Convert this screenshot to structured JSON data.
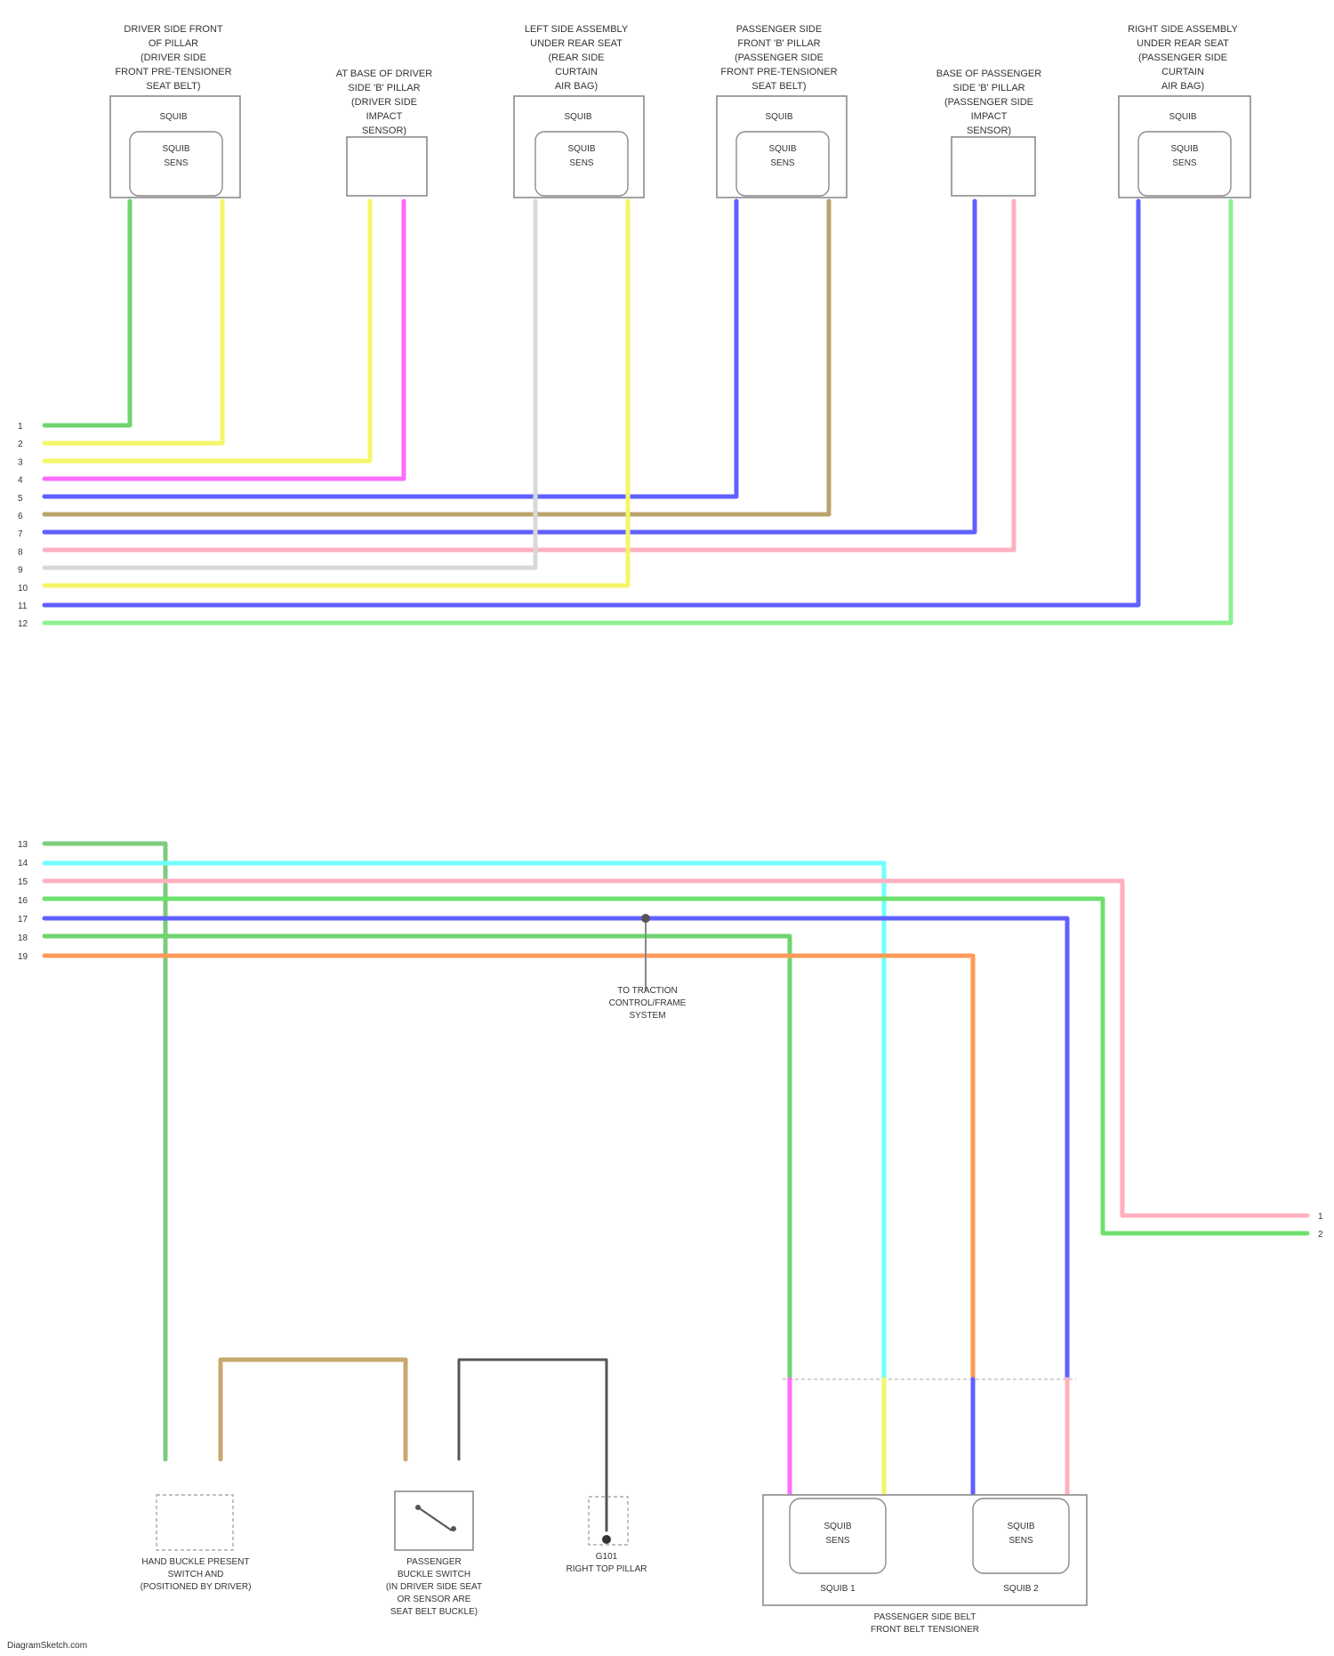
{
  "wire_colors": {
    "GRN": "#6ed46e",
    "YEL": "#f5f56a",
    "PNK": "#ff6bff",
    "BLU": "#6060ff",
    "TAN": "#b8a46c",
    "LTPNK": "#ffb0c0",
    "WHT": "#d8d8d8",
    "LTGRN": "#8ef08e",
    "LTBLU": "#70ffff",
    "ORG": "#ff9a5a",
    "BLK": "#555555",
    "GRAY": "#c4c4c4"
  },
  "pins_top": [
    "1",
    "2",
    "3",
    "4",
    "5",
    "6",
    "7",
    "8",
    "9",
    "10",
    "11",
    "12"
  ],
  "pins_bottom": [
    "13",
    "14",
    "15",
    "16",
    "17",
    "18",
    "19"
  ],
  "right_pins": [
    "1",
    "2"
  ],
  "center_label": [
    "TO TRACTION",
    "CONTROL/FRAME",
    "SYSTEM"
  ],
  "ground_label": [
    "G101",
    "RIGHT TOP PILLAR"
  ],
  "bottom_boxes": [
    {
      "lines": [
        "HAND BUCKLE PRESENT",
        "SWITCH AND",
        "(POSITIONED BY DRIVER)"
      ]
    },
    {
      "lines": [
        "PASSENGER",
        "BUCKLE SWITCH",
        "(IN DRIVER SIDE SEAT",
        "OR SENSOR ARE",
        "SEAT BELT BUCKLE)"
      ]
    }
  ],
  "right_assembly": {
    "label": [
      "PASSENGER SIDE BELT",
      "FRONT BELT TENSIONER"
    ],
    "unit_labels": [
      "SQUIB 1",
      "SQUIB 2"
    ],
    "squib_text": [
      "SQUIB",
      "SENS"
    ]
  },
  "footer_credit": "DiagramSketch.com"
}
